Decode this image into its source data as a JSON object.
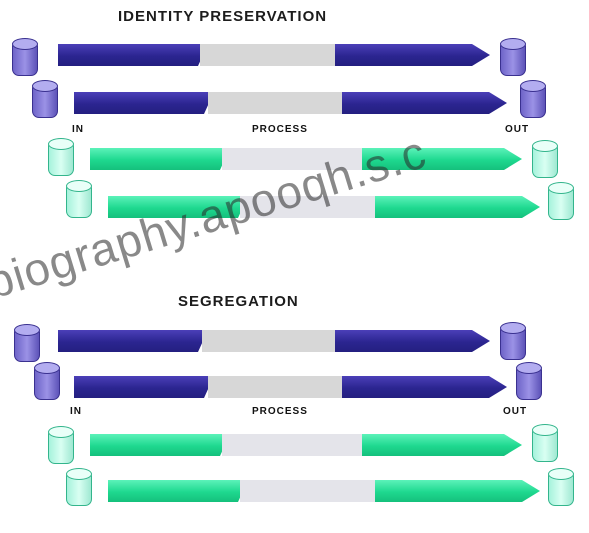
{
  "panels": [
    {
      "title": "IDENTITY PRESERVATION",
      "in_label": "IN",
      "process_label": "PROCESS",
      "out_label": "OUT"
    },
    {
      "title": "SEGREGATION",
      "in_label": "IN",
      "process_label": "PROCESS",
      "out_label": "OUT"
    }
  ],
  "watermark": "biography.apooqh.s.c",
  "colors": {
    "purple": "#2b2590",
    "green": "#1ed88f",
    "gray": "#d7d7d7"
  }
}
